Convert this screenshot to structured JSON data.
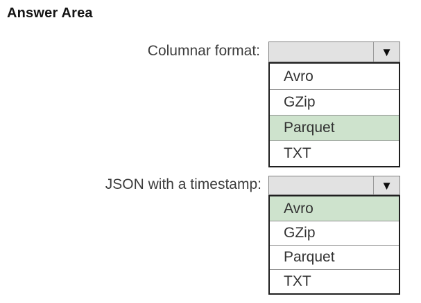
{
  "page": {
    "title": "Answer Area"
  },
  "icons": {
    "dropdown_arrow": "▼"
  },
  "colors": {
    "highlight": "#cee3cd",
    "combo_fill": "#e2e2e2"
  },
  "questions": [
    {
      "label": "Columnar format:",
      "selected_value": "",
      "options": [
        {
          "label": "Avro",
          "highlighted": false
        },
        {
          "label": "GZip",
          "highlighted": false
        },
        {
          "label": "Parquet",
          "highlighted": true
        },
        {
          "label": "TXT",
          "highlighted": false
        }
      ]
    },
    {
      "label": "JSON with a timestamp:",
      "selected_value": "",
      "options": [
        {
          "label": "Avro",
          "highlighted": true
        },
        {
          "label": "GZip",
          "highlighted": false
        },
        {
          "label": "Parquet",
          "highlighted": false
        },
        {
          "label": "TXT",
          "highlighted": false
        }
      ]
    }
  ]
}
